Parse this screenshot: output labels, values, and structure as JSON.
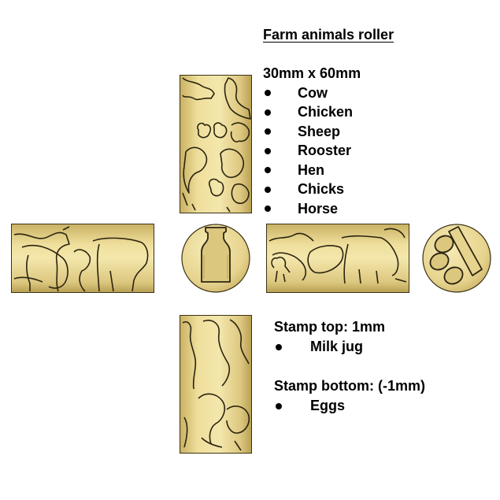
{
  "header": {
    "title": "Farm animals roller",
    "size": "30mm x 60mm"
  },
  "animals": [
    "Cow",
    "Chicken",
    "Sheep",
    "Rooster",
    "Hen",
    "Chicks",
    "Horse"
  ],
  "stamps": {
    "top_heading": "Stamp top: 1mm",
    "top_item": "Milk jug",
    "bottom_heading": "Stamp bottom: (-1mm)",
    "bottom_item": "Eggs"
  },
  "colors": {
    "wood_light": "#f2e5a8",
    "wood_mid": "#d9c47a",
    "wood_dark": "#a8924a",
    "outline": "#2b2410"
  },
  "views": [
    "roller-top-view",
    "roller-left-view",
    "milk-jug-end-cap",
    "roller-right-view",
    "eggs-end-cap",
    "roller-bottom-view"
  ]
}
